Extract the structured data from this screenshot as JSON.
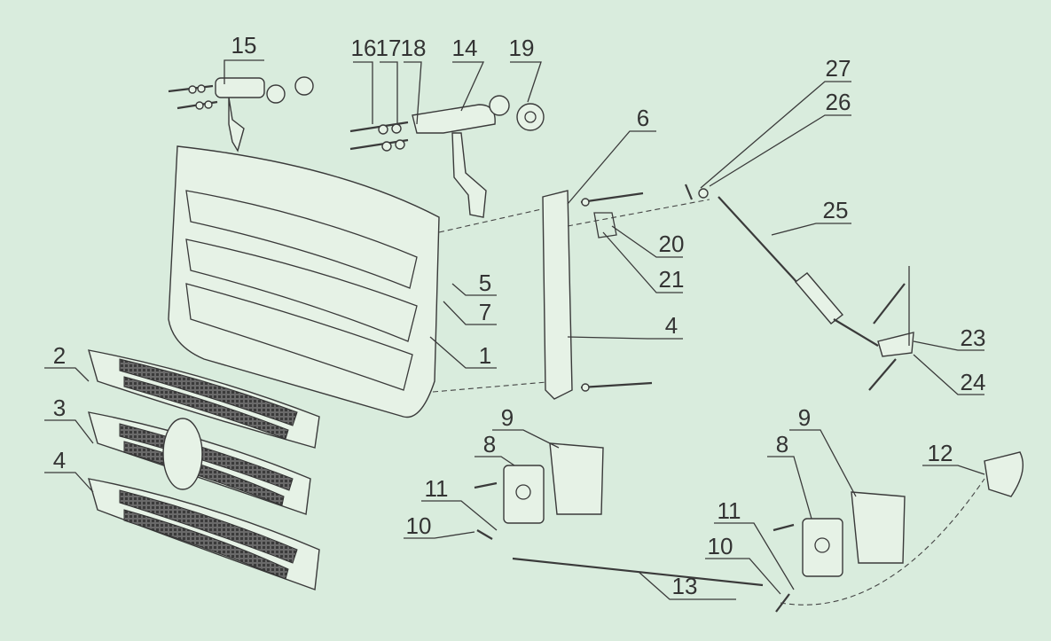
{
  "diagram": {
    "title": "",
    "colors": {
      "background": "#d9ecdd",
      "line": "#3a3a3a"
    },
    "labels": [
      "15",
      "16",
      "17",
      "18",
      "14",
      "19",
      "27",
      "26",
      "6",
      "25",
      "20",
      "21",
      "5",
      "7",
      "4",
      "1",
      "23",
      "24",
      "2",
      "3",
      "4",
      "9",
      "8",
      "11",
      "10",
      "9",
      "8",
      "12",
      "11",
      "10",
      "13"
    ]
  }
}
